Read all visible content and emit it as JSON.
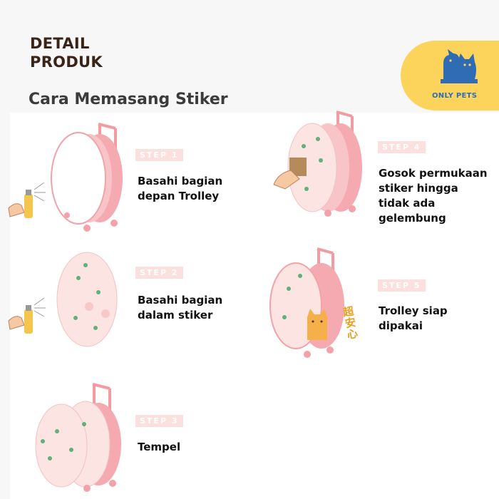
{
  "header": {
    "title_line1": "DETAIL",
    "title_line2": "PRODUK",
    "section_title": "Cara Memasang Stiker"
  },
  "logo": {
    "text": "ONLY PETS",
    "bg_color": "#fcd45c",
    "icon": "cat-dog-icon"
  },
  "steps": [
    {
      "badge": "STEP 1",
      "lines": [
        "Basahi bagian",
        "depan Trolley"
      ]
    },
    {
      "badge": "STEP 2",
      "lines": [
        "Basahi bagian",
        "dalam stiker"
      ]
    },
    {
      "badge": "STEP 3",
      "lines": [
        "Tempel"
      ]
    },
    {
      "badge": "STEP 4",
      "lines": [
        "Gosok permukaan",
        "stiker hingga",
        "tidak ada",
        "gelembung"
      ]
    },
    {
      "badge": "STEP 5",
      "lines": [
        "Trolley siap",
        "dipakai"
      ]
    }
  ],
  "step5_stamp": "超安心",
  "colors": {
    "trolley_pink": "#f5a9b0",
    "badge_pink": "#fbe0de",
    "sticker_leaf": "#5fb07a"
  }
}
